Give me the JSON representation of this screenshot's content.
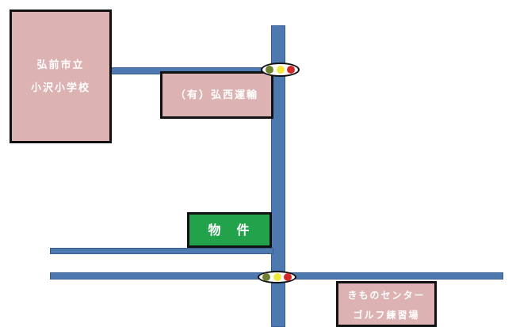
{
  "map": {
    "colors": {
      "background": "#ffffff",
      "road": "#4d79b0",
      "road_edge": "#3a5c8c",
      "building_fill": "#ddb2b2",
      "property_fill": "#21a24b",
      "box_border": "#111111",
      "label_text": "#ffffff",
      "signal_green": "#6d8032",
      "signal_yellow": "#f2e93c",
      "signal_red": "#d2282a"
    },
    "boxes": {
      "school": {
        "line1": "弘前市立",
        "line2": "小沢小学校"
      },
      "transport": {
        "line1": "（有）弘西運輸"
      },
      "property": {
        "line1": "物　件"
      },
      "kimono": {
        "line1": "きものセンター",
        "line2": "ゴルフ練習場"
      }
    },
    "signals": {
      "north": {
        "dots": [
          "green",
          "yellow",
          "red"
        ]
      },
      "south": {
        "dots": [
          "green",
          "yellow",
          "red"
        ]
      }
    }
  }
}
